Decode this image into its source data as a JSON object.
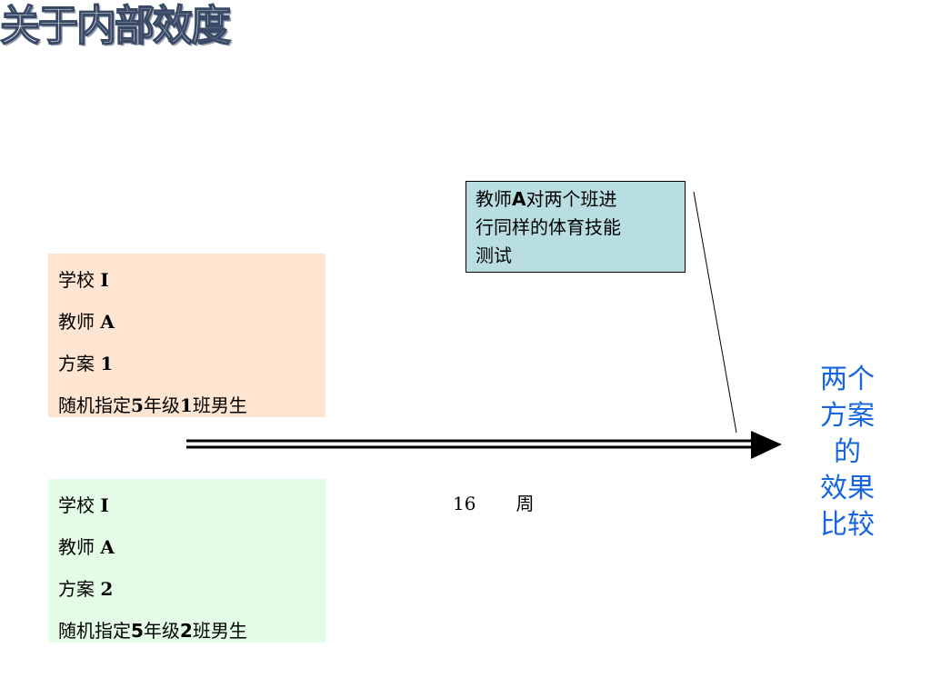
{
  "title": "关于内部效度",
  "plan1": {
    "lines": [
      {
        "text": "学校 ",
        "bold": "I"
      },
      {
        "text": "教师 ",
        "bold": "A"
      },
      {
        "text": "方案 ",
        "bold": "1"
      },
      {
        "text": "随机指定",
        "bold": "5",
        "text2": "年级",
        "bold2": "1",
        "text3": "班男生"
      }
    ],
    "background": "#fde5d1"
  },
  "plan2": {
    "lines": [
      {
        "text": "学校 ",
        "bold": "I"
      },
      {
        "text": "教师 ",
        "bold": "A"
      },
      {
        "text": "方案 ",
        "bold": "2"
      },
      {
        "text": "随机指定",
        "bold": "5",
        "text2": "年级",
        "bold2": "2",
        "text3": "班男生"
      }
    ],
    "background": "#e4fbe5"
  },
  "note": {
    "line1_a": "教师",
    "line1_b": "A",
    "line1_c": "对两个班进",
    "line2": "行同样的体育技能",
    "line3": "测试",
    "background": "#b8dee2"
  },
  "duration": {
    "number": "16",
    "unit": "周"
  },
  "result": {
    "lines": [
      "两个",
      "方案",
      "的",
      "效果",
      "比较"
    ],
    "color": "#1565e0"
  },
  "arrow": {
    "icon": "right-arrow-icon",
    "color": "#000000"
  }
}
